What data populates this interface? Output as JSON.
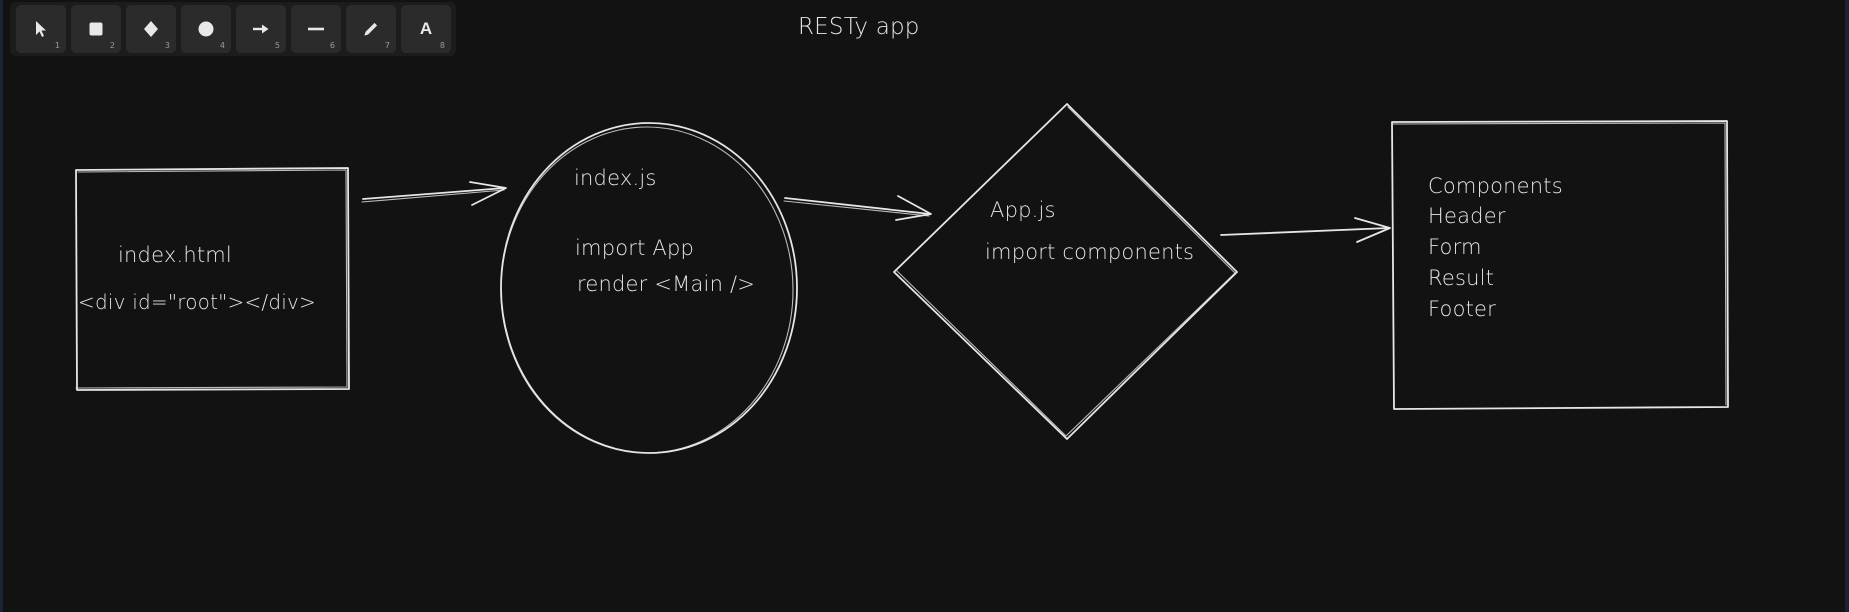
{
  "title": "RESTy app",
  "toolbar": {
    "tools": [
      {
        "icon": "pointer-icon",
        "shortcut": "1"
      },
      {
        "icon": "square-icon",
        "shortcut": "2"
      },
      {
        "icon": "diamond-icon",
        "shortcut": "3"
      },
      {
        "icon": "circle-icon",
        "shortcut": "4"
      },
      {
        "icon": "arrow-icon",
        "shortcut": "5"
      },
      {
        "icon": "line-icon",
        "shortcut": "6"
      },
      {
        "icon": "pencil-icon",
        "shortcut": "7"
      },
      {
        "icon": "text-icon",
        "label": "A",
        "shortcut": "8"
      }
    ]
  },
  "nodes": {
    "html_box": {
      "line1": "index.html",
      "line2": "<div id=\"root\"></div>"
    },
    "index_circle": {
      "line1": "index.js",
      "line2": "import App",
      "line3": "render <Main />"
    },
    "app_diamond": {
      "line1": "App.js",
      "line2": "import components"
    },
    "components_box": {
      "line1": "Components",
      "line2": "Header",
      "line3": "Form",
      "line4": "Result",
      "line5": "Footer"
    }
  },
  "colors": {
    "background": "#121212",
    "stroke": "#e6e6e6",
    "toolbar": "#1c1c1c",
    "tool": "#2b2b2b"
  }
}
